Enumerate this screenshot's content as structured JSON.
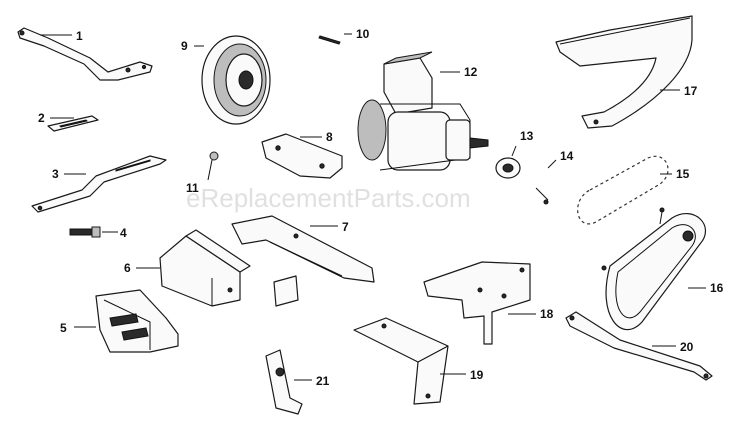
{
  "watermark": "eReplacementParts.com",
  "parts": [
    {
      "id": "1",
      "label": "1"
    },
    {
      "id": "2",
      "label": "2"
    },
    {
      "id": "3",
      "label": "3"
    },
    {
      "id": "4",
      "label": "4"
    },
    {
      "id": "5",
      "label": "5"
    },
    {
      "id": "6",
      "label": "6"
    },
    {
      "id": "7",
      "label": "7"
    },
    {
      "id": "8",
      "label": "8"
    },
    {
      "id": "9",
      "label": "9"
    },
    {
      "id": "10",
      "label": "10"
    },
    {
      "id": "11",
      "label": "11"
    },
    {
      "id": "12",
      "label": "12"
    },
    {
      "id": "13",
      "label": "13"
    },
    {
      "id": "14",
      "label": "14"
    },
    {
      "id": "15",
      "label": "15"
    },
    {
      "id": "16",
      "label": "16"
    },
    {
      "id": "17",
      "label": "17"
    },
    {
      "id": "18",
      "label": "18"
    },
    {
      "id": "19",
      "label": "19"
    },
    {
      "id": "20",
      "label": "20"
    },
    {
      "id": "21",
      "label": "21"
    }
  ]
}
